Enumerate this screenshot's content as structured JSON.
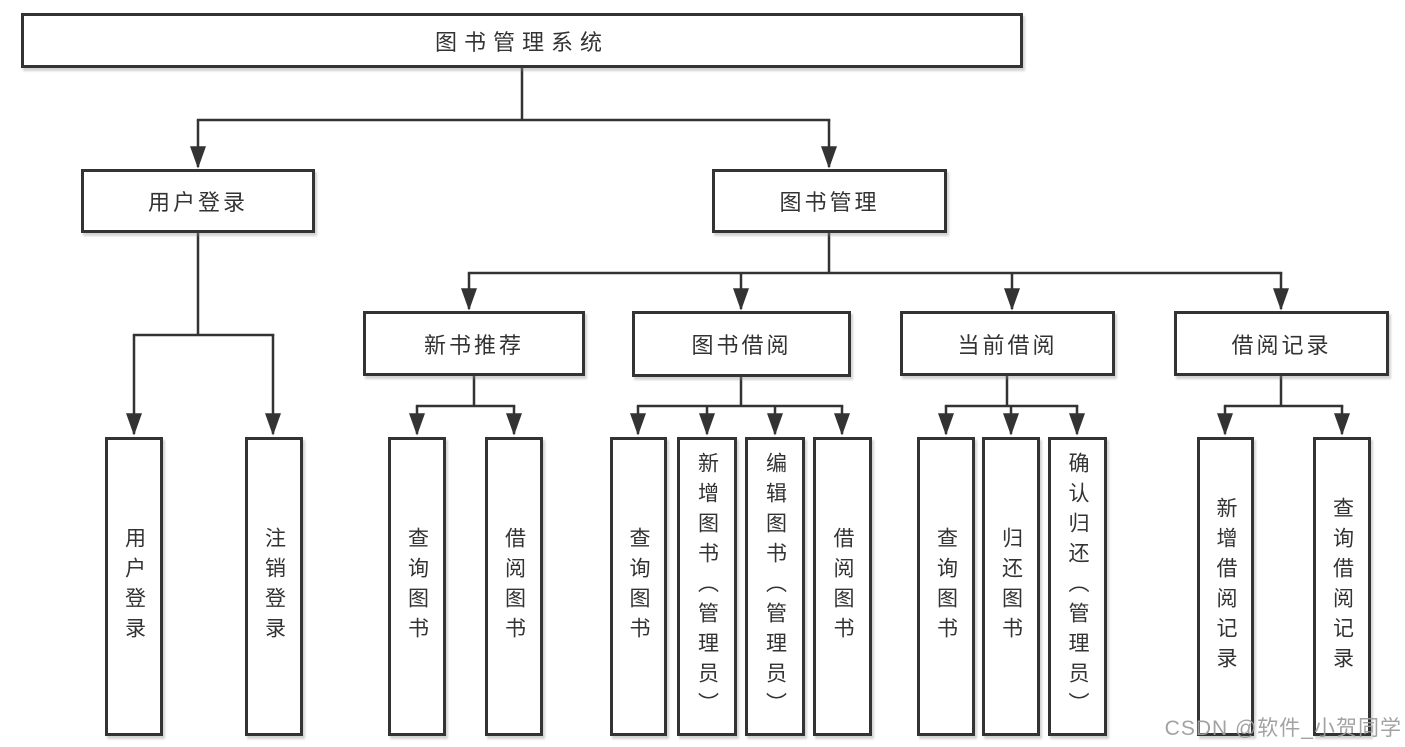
{
  "diagram": {
    "root": {
      "label": "图书管理系统"
    },
    "branches": [
      {
        "label": "用户登录",
        "children": [
          {
            "label": "用户登录"
          },
          {
            "label": "注销登录"
          }
        ]
      },
      {
        "label": "图书管理",
        "modules": [
          {
            "label": "新书推荐",
            "children": [
              {
                "label": "查询图书"
              },
              {
                "label": "借阅图书"
              }
            ]
          },
          {
            "label": "图书借阅",
            "children": [
              {
                "label": "查询图书"
              },
              {
                "label": "新增图书（管理员）"
              },
              {
                "label": "编辑图书（管理员）"
              },
              {
                "label": "借阅图书"
              }
            ]
          },
          {
            "label": "当前借阅",
            "children": [
              {
                "label": "查询图书"
              },
              {
                "label": "归还图书"
              },
              {
                "label": "确认归还（管理员）"
              }
            ]
          },
          {
            "label": "借阅记录",
            "children": [
              {
                "label": "新增借阅记录"
              },
              {
                "label": "查询借阅记录"
              }
            ]
          }
        ]
      }
    ]
  },
  "watermark": {
    "text": "CSDN @软件_小贺同学"
  },
  "colors": {
    "line": "#333333",
    "box_border": "#333333",
    "text": "#333333",
    "watermark": "#9e9e9e"
  }
}
